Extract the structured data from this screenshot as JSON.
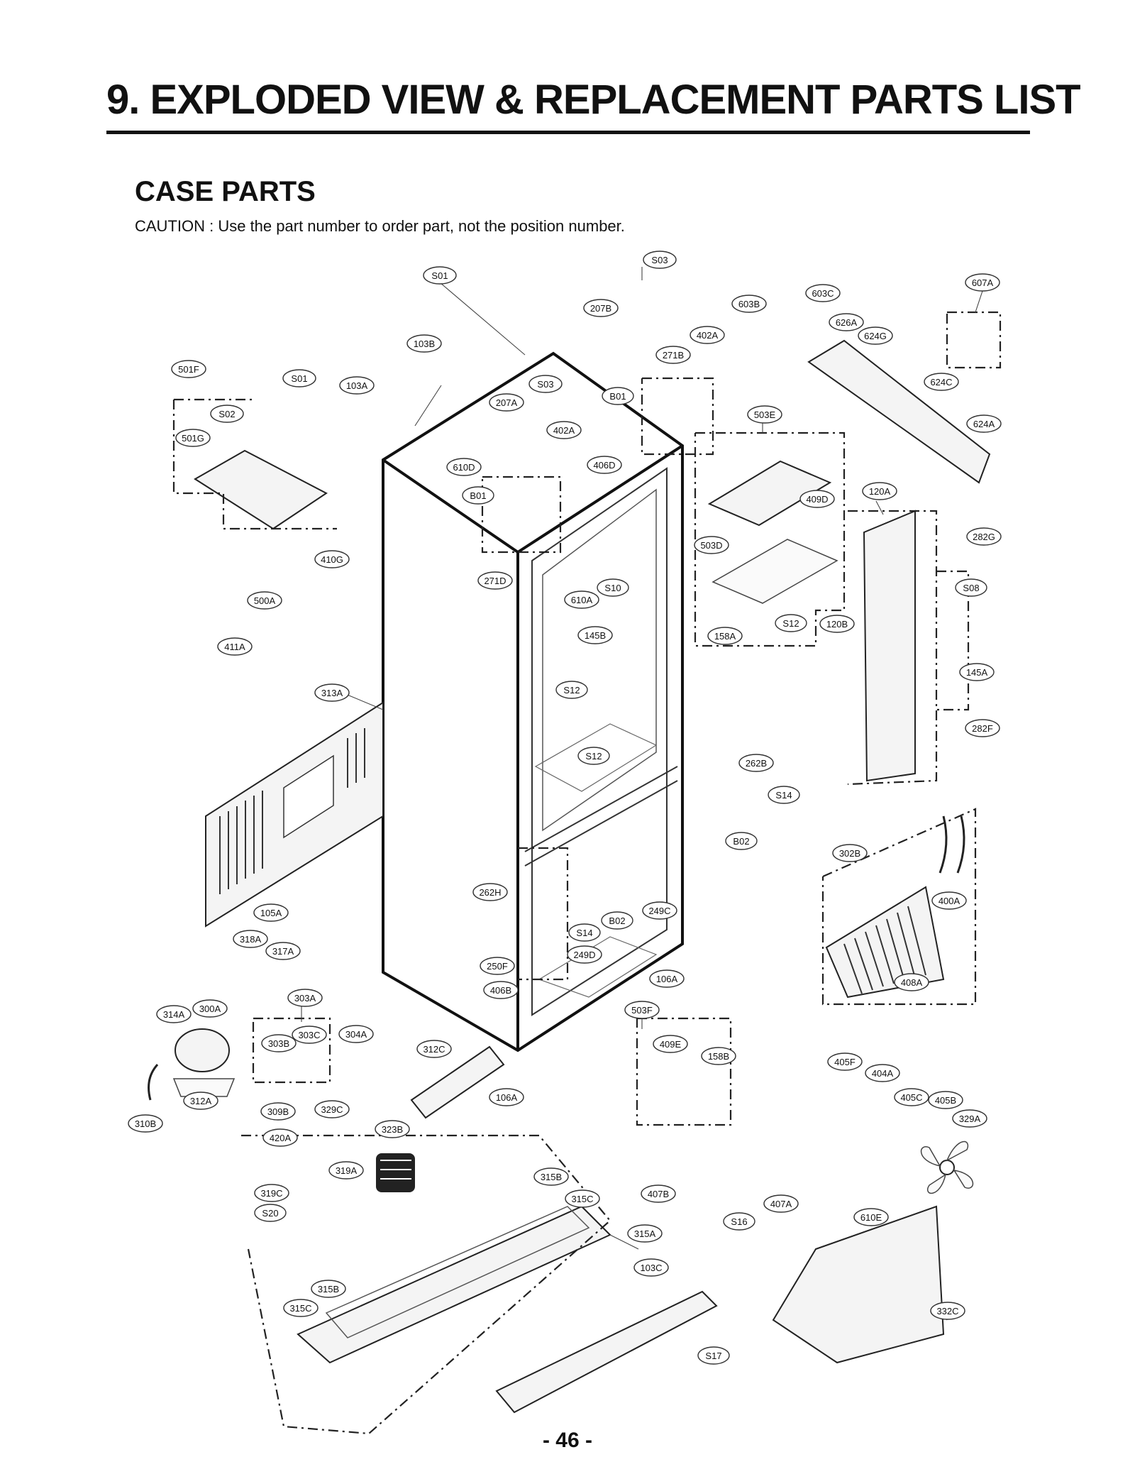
{
  "header": {
    "title": "9. EXPLODED VIEW & REPLACEMENT PARTS LIST",
    "section": "CASE PARTS",
    "caution": "CAUTION : Use the part number to order part, not the position number."
  },
  "callouts": [
    "S03",
    "S01",
    "607A",
    "207B",
    "603B",
    "603C",
    "626A",
    "624G",
    "402A",
    "103B",
    "271B",
    "501F",
    "S01",
    "103A",
    "S03",
    "B01",
    "207A",
    "624C",
    "S02",
    "503E",
    "624A",
    "402A",
    "501G",
    "406D",
    "610D",
    "409D",
    "120A",
    "B01",
    "503D",
    "282G",
    "410G",
    "271D",
    "S10",
    "S08",
    "610A",
    "500A",
    "S12",
    "120B",
    "158A",
    "145B",
    "411A",
    "145A",
    "313A",
    "S12",
    "S12",
    "282F",
    "262B",
    "S14",
    "B02",
    "302B",
    "262H",
    "249C",
    "400A",
    "105A",
    "B02",
    "S14",
    "318A",
    "249D",
    "317A",
    "250F",
    "106A",
    "406B",
    "408A",
    "303A",
    "314A",
    "300A",
    "503F",
    "304A",
    "303C",
    "303B",
    "312C",
    "409E",
    "158B",
    "405F",
    "404A",
    "106A",
    "312A",
    "405C",
    "405B",
    "309B",
    "329C",
    "329A",
    "310B",
    "323B",
    "420A",
    "319A",
    "315B",
    "407B",
    "319C",
    "315C",
    "407A",
    "S20",
    "610E",
    "S16",
    "315A",
    "103C",
    "315B",
    "332C",
    "315C",
    "S17"
  ],
  "footer": {
    "page_number": "- 46 -"
  }
}
